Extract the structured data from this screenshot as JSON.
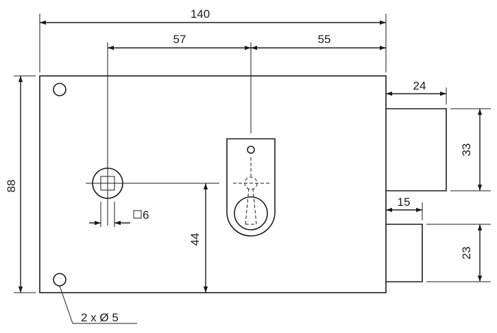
{
  "dimensions": {
    "overall_width": "140",
    "spindle_offset": "57",
    "keyhole_offset": "55",
    "overall_height": "88",
    "bolt_projection": "24",
    "bolt_height": "33",
    "latch_projection": "15",
    "latch_height": "23",
    "spindle_height": "44",
    "spindle_square": "6",
    "mounting_holes": "2 x Ø 5"
  },
  "colors": {
    "ink": "#1a1a1a",
    "background": "#ffffff"
  }
}
